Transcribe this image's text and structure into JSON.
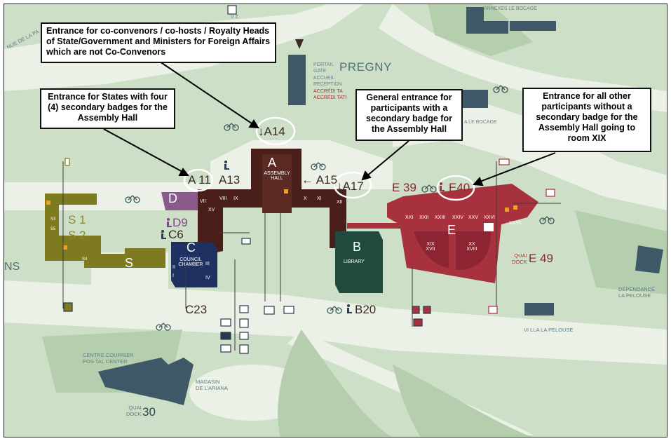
{
  "callouts": {
    "vip": "Entrance for co-convenors  / co-hosts  / Royalty Heads of State/Government and Ministers for Foreign Affairs which are not Co-Convenors",
    "states": "Entrance for  States with four (4) secondary badges for the Assembly Hall",
    "general": "General entrance for participants with a secondary badge for the Assembly Hall",
    "others": "Entrance for all other participants without a secondary badge for the Assembly Hall going to room XIX"
  },
  "entrances": {
    "a11": "A 11",
    "a13": "A13",
    "a14": "A14",
    "a15": "A15",
    "a17": "A17",
    "c6": "C6",
    "d9": "D9",
    "c23": "C23",
    "b20": "B20",
    "e39": "E 39",
    "e40": "E40",
    "e49": "E 49",
    "quai30": "30"
  },
  "buildings": {
    "a_letter": "A",
    "a_name": "ASSEMBLY HALL",
    "b_letter": "B",
    "b_name": "LIBRARY",
    "c_letter": "C",
    "c_name": "COUNCIL CHAMBER",
    "d_letter": "D",
    "e_letter": "E",
    "s_letter": "S",
    "s1": "S 1",
    "s2": "S 2"
  },
  "rooms": {
    "vii": "VII",
    "viii": "VIII",
    "ix": "IX",
    "x": "X",
    "xi": "XI",
    "xii": "XII",
    "xv": "XV",
    "xxi": "XXI",
    "xxii": "XXII",
    "xxiii": "XXIII",
    "xxiv": "XXIV",
    "xxv": "XXV",
    "xxvi": "XXVI",
    "xxvii": "XXVII",
    "xix_xvii": "XIX XVII",
    "xx_xviii": "XX XVIII",
    "c_i": "I",
    "c_ii": "II",
    "c_iii": "III",
    "c_iv": "IV",
    "s3": "S3",
    "s4": "S4",
    "s5": "S5"
  },
  "places": {
    "pregny": "PREGNY",
    "gate_fr": "PORTAIL",
    "gate_en": "GATE",
    "accueil": "ACCUEIL",
    "reception": "RECEPTION",
    "accred1": "ACCRÉDI  TA",
    "accred2": "ACCRÉDI  TATI",
    "vz": "V Z",
    "annexes": "ANNEXES LE BOCAGE",
    "le_bocage": "A LE BOCAGE",
    "centre_courrier": "CENTRE COURRIER",
    "postal_center": "POS TAL CENTER",
    "quai": "QUAI",
    "dock": "DOCK",
    "magasin": "MAGASIN",
    "ariana": "DE L'ARIANA",
    "dependance": "DÉPENDANCE",
    "la_pelouse": "LA PELOUSE",
    "villa": "VI LLA LA PELOUSE",
    "avenue": "NUE DE LA PA",
    "ns": "NS"
  },
  "colors": {
    "assembly": "#4a1f1a",
    "library": "#1f4a3d",
    "council": "#1f3160",
    "building_e": "#a8313e",
    "building_s": "#7d7a1f",
    "building_d": "#8a5a8c",
    "other_buildings": "#3e5868",
    "lawn": "#c8dcc2",
    "road": "#e8ede4",
    "highlight": "#ffffff"
  },
  "icons": [
    "bicycle-icon",
    "wheelchair-icon",
    "restaurant-icon",
    "mail-icon",
    "gift-icon",
    "camera-icon",
    "first-aid-icon",
    "bus-icon",
    "atm-icon"
  ]
}
